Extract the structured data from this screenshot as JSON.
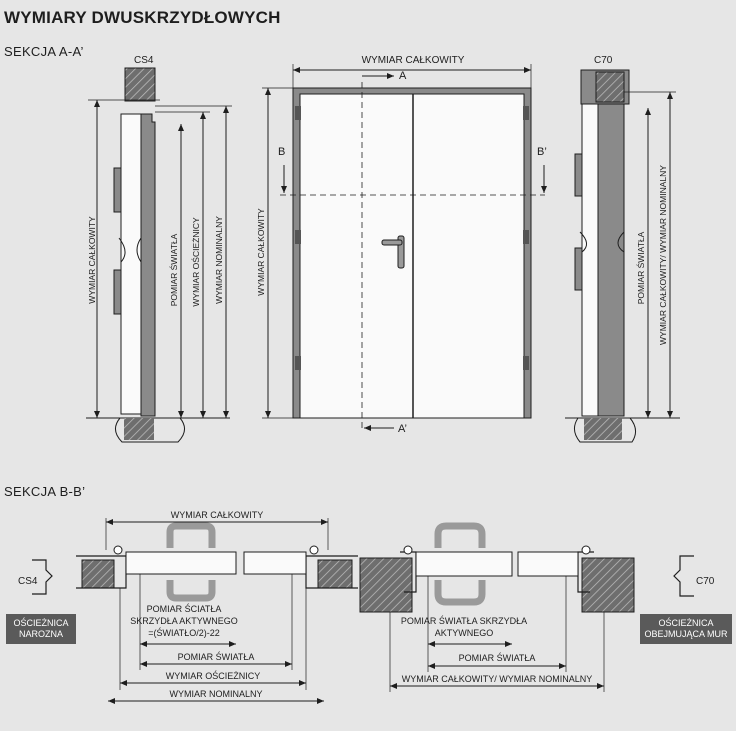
{
  "title": "WYMIARY DWUSKRZYDŁOWYCH",
  "section_aa": {
    "label": "SEKCJA A-A’",
    "left_profile": "CS4",
    "right_profile": "C70",
    "dim_total": "WYMIAR CAŁKOWITY",
    "dim_light": "POMIAR ŚWIATŁA",
    "dim_frame": "WYMIAR OŚCIEŻNICY",
    "dim_nominal": "WYMIAR NOMINALNY",
    "dim_total_nominal": "WYMIAR CAŁKOWITY/ WYMIAR NOMINALNY",
    "marker_a": "A",
    "marker_a2": "A’",
    "marker_b": "B",
    "marker_b2": "B’"
  },
  "section_bb": {
    "label": "SEKCJA B-B’",
    "left_profile": "CS4",
    "right_profile": "C70",
    "left_badge_1": "OŚCIEŻNICA",
    "left_badge_2": "NAROZNA",
    "right_badge_1": "OŚCIEŻNICA",
    "right_badge_2": "OBEJMUJĄCA MUR",
    "dim_total": "WYMIAR CAŁKOWITY",
    "wall_light_1": "POMIAR ŚCIATŁA",
    "wall_light_2": "SKRZYDŁA AKTYWNEGO",
    "wall_light_formula": "=(ŚWIATŁO/2)-22",
    "dim_light": "POMIAR ŚWIATŁA",
    "dim_frame": "WYMIAR OŚCIEŻNICY",
    "dim_nominal": "WYMIAR NOMINALNY",
    "right_light_1": "POMIAR ŚWIATŁA SKRZYDŁA",
    "right_light_2": "AKTYWNEGO",
    "right_dim_light": "POMIAR ŚWIATŁA",
    "right_dim_total": "WYMIAR CAŁKOWITY/ WYMIAR NOMINALNY"
  },
  "colors": {
    "background": "#e6e6e6",
    "line": "#1e1e1e",
    "hatch_fill": "#6e6e6e",
    "badge": "#5a5a5a"
  }
}
